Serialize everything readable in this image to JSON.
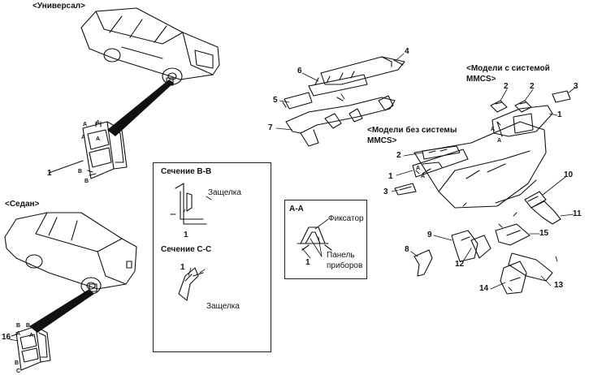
{
  "labels": {
    "wagon_title": "<Универсал>",
    "sedan_title": "<Седан>",
    "models_with_mmcs": "<Модели с системой MMCS>",
    "models_without_mmcs": "<Модели без системы MMCS>",
    "section_bb": "Сечение B-B",
    "section_cc": "Сечение C-C",
    "latch_1": "Защелка",
    "latch_2": "Защелка",
    "section_aa": "A-A",
    "retainer": "Фиксатор",
    "instrument_panel": "Панель приборов"
  },
  "callouts": {
    "n1": "1",
    "n2": "2",
    "n3": "3",
    "n4": "4",
    "n5": "5",
    "n6": "6",
    "n7": "7",
    "n8": "8",
    "n9": "9",
    "n10": "10",
    "n11": "11",
    "n12": "12",
    "n13": "13",
    "n14": "14",
    "n15": "15",
    "n16": "16"
  },
  "marks": {
    "a": "A",
    "b": "B",
    "c": "C"
  }
}
